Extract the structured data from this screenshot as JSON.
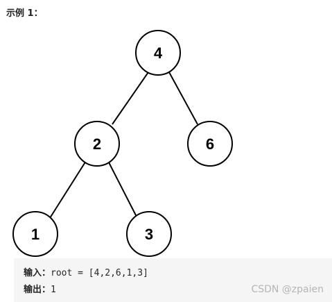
{
  "heading": "示例 1：",
  "tree": {
    "nodes": [
      {
        "id": "n4",
        "label": "4"
      },
      {
        "id": "n2",
        "label": "2"
      },
      {
        "id": "n6",
        "label": "6"
      },
      {
        "id": "n1",
        "label": "1"
      },
      {
        "id": "n3",
        "label": "3"
      }
    ],
    "edges": [
      {
        "from": "n4",
        "to": "n2"
      },
      {
        "from": "n4",
        "to": "n6"
      },
      {
        "from": "n2",
        "to": "n1"
      },
      {
        "from": "n2",
        "to": "n3"
      }
    ]
  },
  "code": {
    "input_label": "输入：",
    "input_value": "root = [4,2,6,1,3]",
    "output_label": "输出：",
    "output_value": "1"
  },
  "watermark": "CSDN @zpaien"
}
